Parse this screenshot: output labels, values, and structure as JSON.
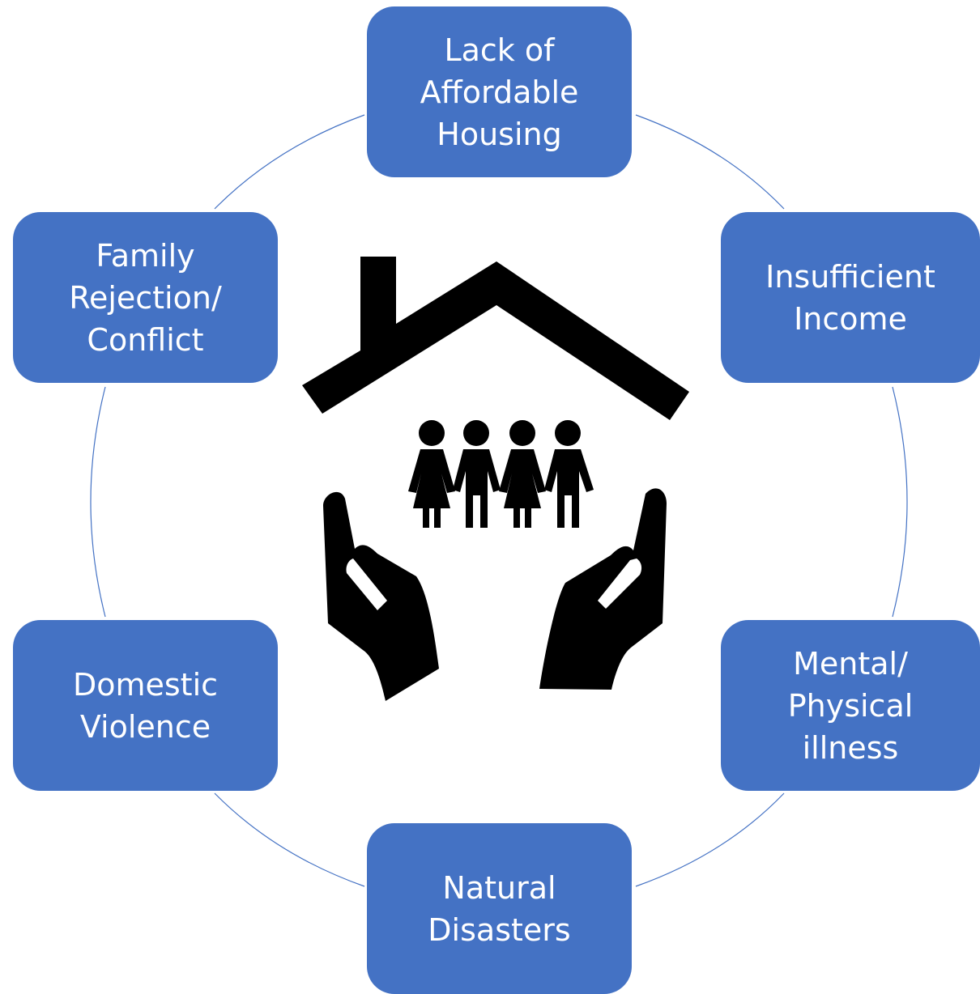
{
  "colors": {
    "node_fill": "#4472c4",
    "node_text": "#ffffff",
    "ring_line": "#4472c4",
    "icon": "#000000"
  },
  "center_icon": "family-shelter-icon",
  "nodes": [
    {
      "id": "top",
      "label": "Lack of\nAffordable\nHousing"
    },
    {
      "id": "top-right",
      "label": "Insufficient\nIncome"
    },
    {
      "id": "bottom-right",
      "label": "Mental/\nPhysical\nillness"
    },
    {
      "id": "bottom",
      "label": "Natural\nDisasters"
    },
    {
      "id": "bottom-left",
      "label": "Domestic\nViolence"
    },
    {
      "id": "top-left",
      "label": "Family\nRejection/\nConflict"
    }
  ]
}
